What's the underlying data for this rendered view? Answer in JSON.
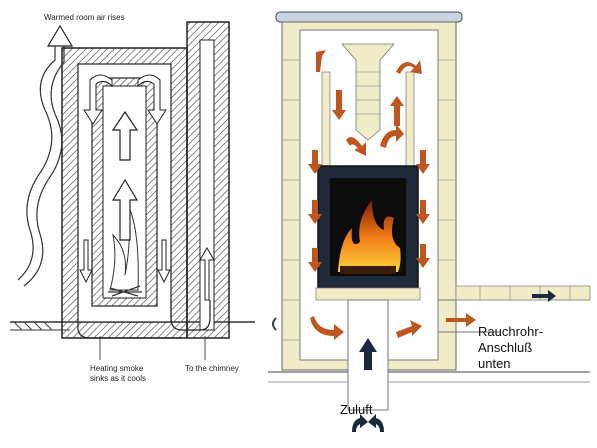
{
  "left_diagram": {
    "label_top": "Warmed room air rises",
    "label_bottom_1": "Heating smoke",
    "label_bottom_2": "sinks as it cools",
    "label_chimney": "To the chimney"
  },
  "right_diagram": {
    "label_outlet_1": "Rauchrohr-",
    "label_outlet_2": "Anschluß",
    "label_outlet_3": "unten",
    "label_inlet": "Zuluft"
  },
  "colors": {
    "flow_arrow": "#c0561f",
    "air_arrow": "#1c2742",
    "brick_fill": "#f1ecc8",
    "line": "#222222",
    "fire": "#f07a18"
  }
}
